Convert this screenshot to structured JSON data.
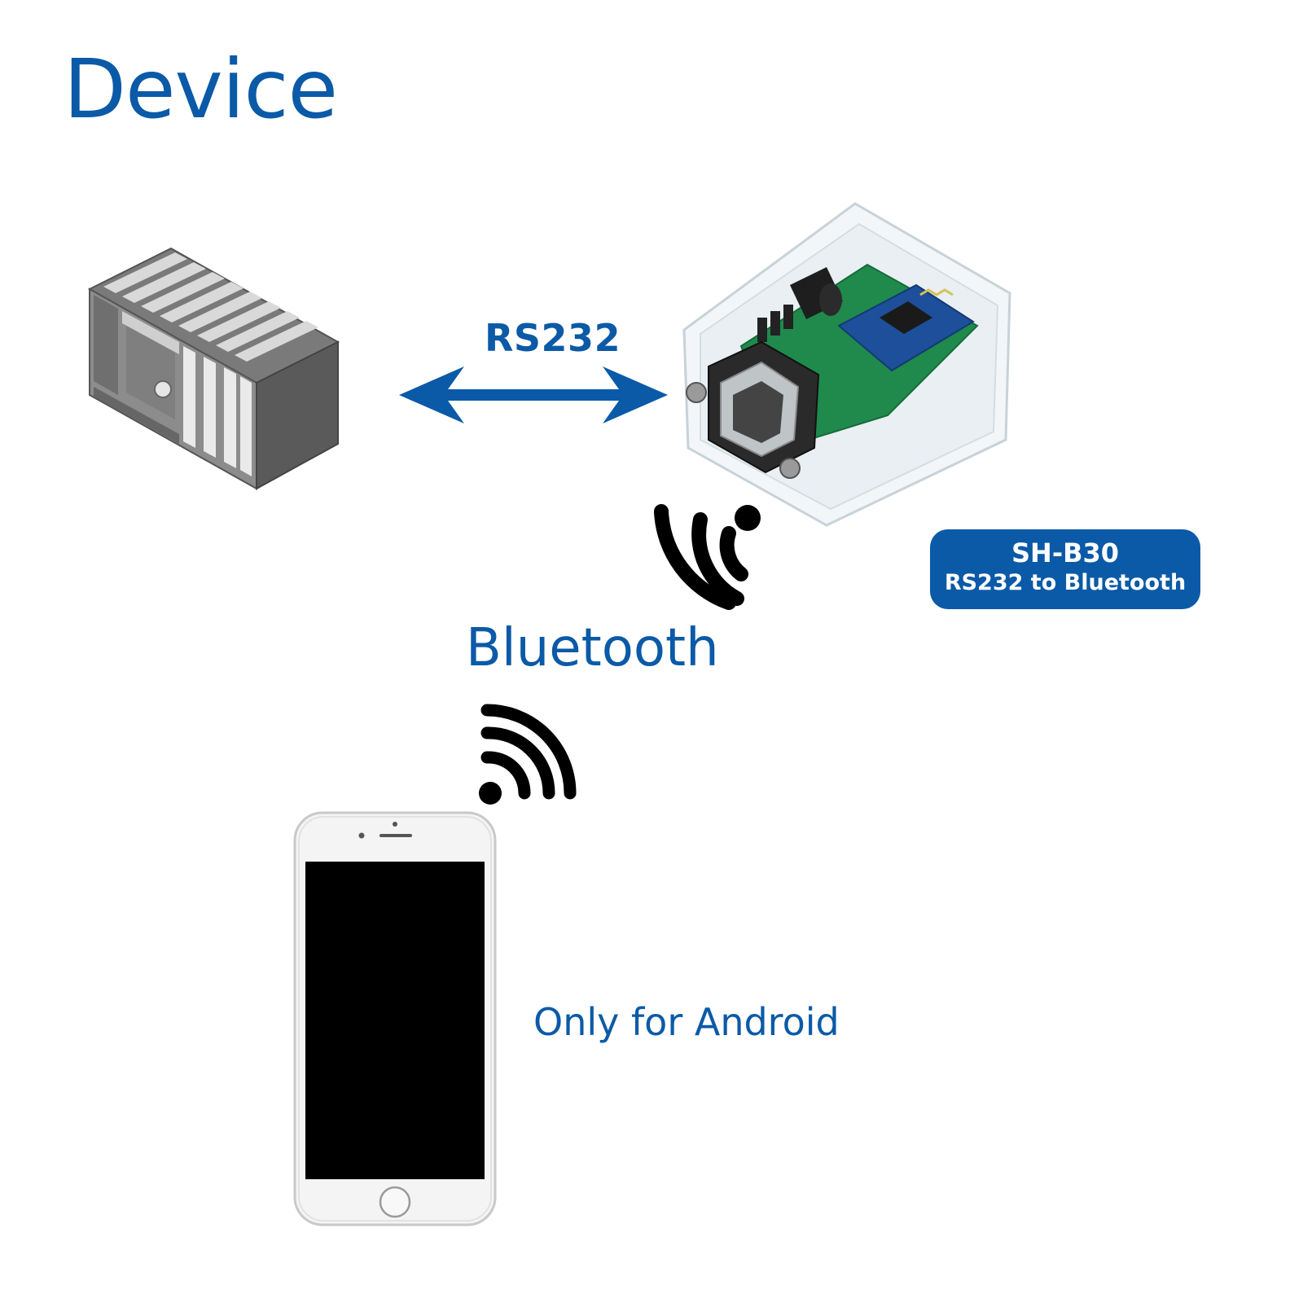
{
  "title": "Device",
  "link": {
    "label": "RS232"
  },
  "wireless": {
    "label": "Bluetooth"
  },
  "product": {
    "model": "SH-B30",
    "description": "RS232 to Bluetooth"
  },
  "phone": {
    "note": "Only for Android"
  },
  "colors": {
    "brand_blue": "#0b5aa7",
    "arrow_blue": "#0b5aa7",
    "signal": "#000000"
  },
  "icons": {
    "device": "plc-rack-icon",
    "module": "rs232-bluetooth-module-icon",
    "signal_module": "signal-waves-icon",
    "signal_phone": "signal-waves-icon",
    "phone": "smartphone-icon",
    "arrow": "double-arrow-icon"
  }
}
